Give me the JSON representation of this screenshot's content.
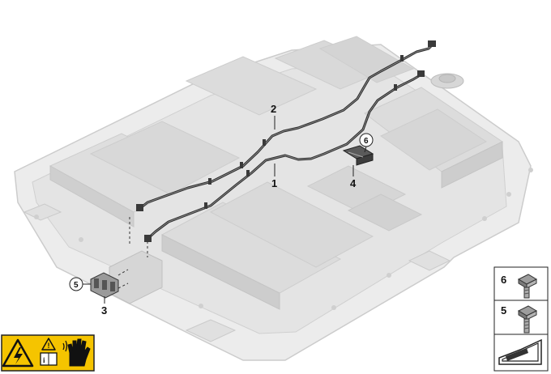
{
  "callouts": {
    "c1": "1",
    "c2": "2",
    "c3": "3",
    "c4": "4",
    "c5": "5",
    "c6": "6"
  },
  "legend": {
    "item_6": "6",
    "item_5": "5"
  },
  "colors": {
    "tray_fill": "#e9e9e9",
    "tray_stroke": "#c9c9c9",
    "cell_fill": "#dadada",
    "cable": "#2a2a2a",
    "warning_yellow": "#f5c400"
  },
  "icons": [
    "high-voltage-warning-icon",
    "read-manual-icon",
    "protective-gloves-icon",
    "bolt-icon",
    "wedge-ramp-icon"
  ]
}
